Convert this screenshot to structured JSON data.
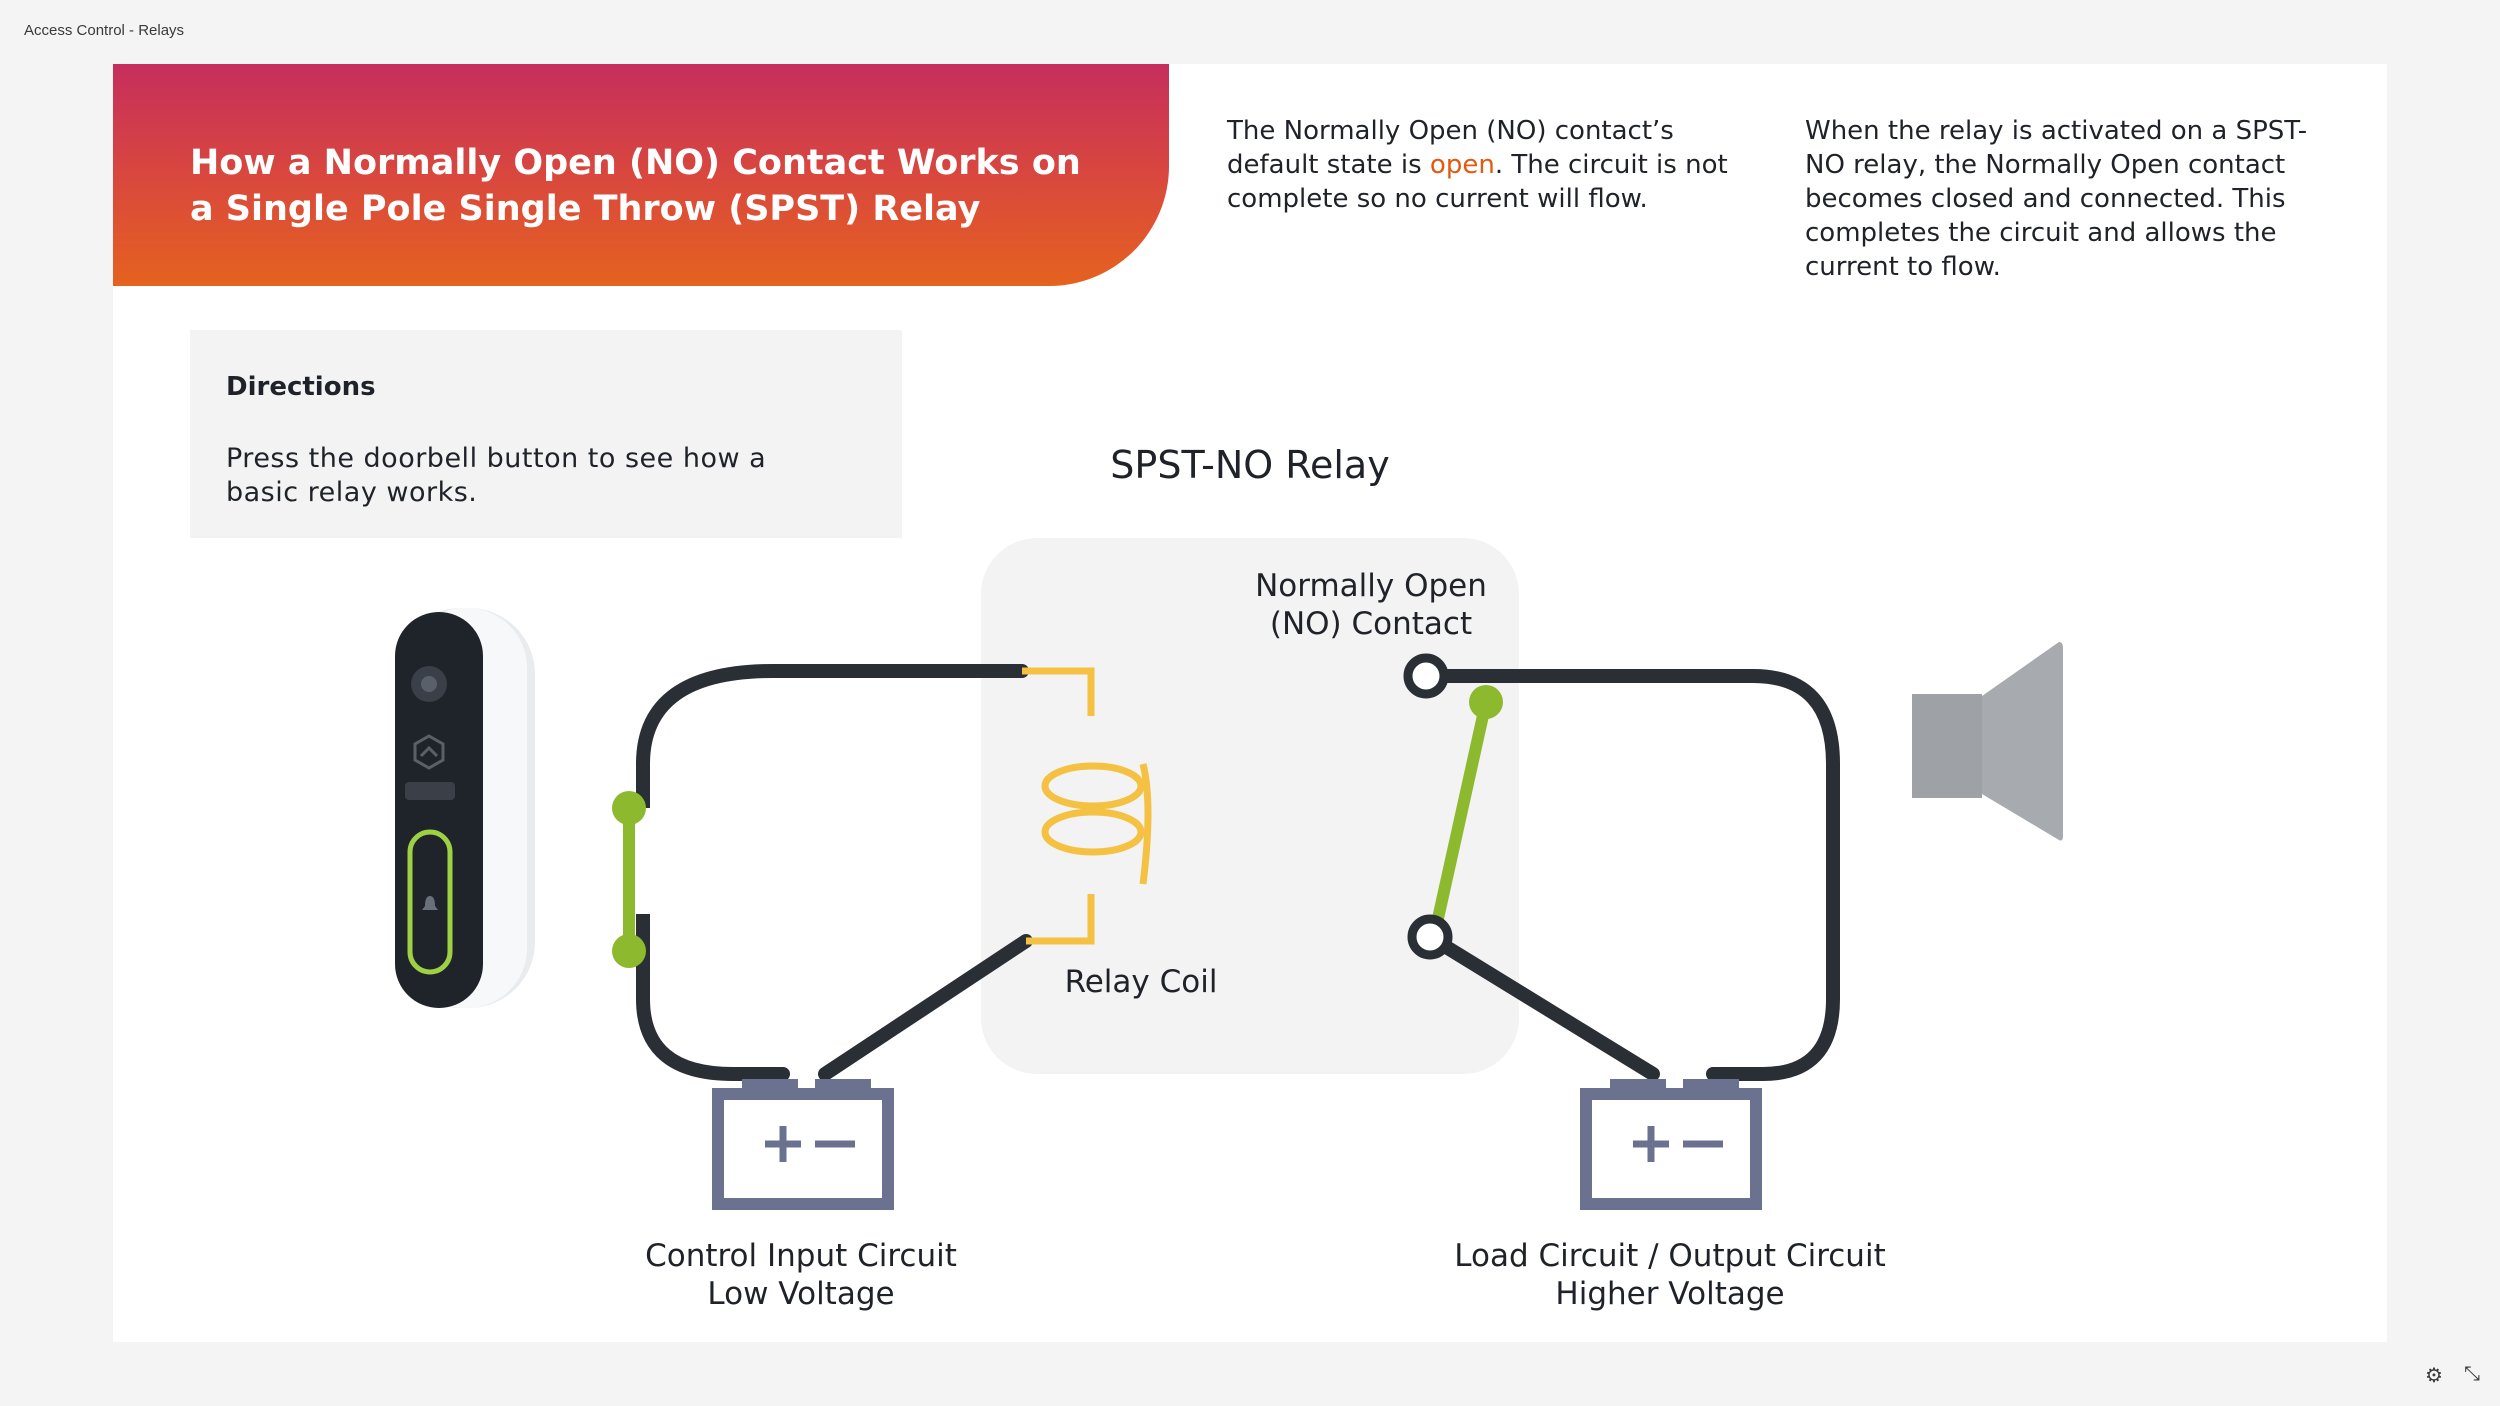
{
  "window": {
    "title": "Access Control - Relays"
  },
  "banner": {
    "title": "How a Normally Open (NO) Contact Works on a Single Pole Single Throw (SPST) Relay"
  },
  "info_left": {
    "part1": "The Normally Open (NO) contact’s default state is ",
    "highlight": "open",
    "part2": ". The circuit is not complete so no current will flow."
  },
  "info_right": {
    "text": "When the relay is activated on a SPST-NO relay, the Normally Open contact becomes closed and connected. This completes the circuit and allows the current to flow."
  },
  "directions": {
    "title": "Directions",
    "text": "Press the doorbell button to see how a basic relay works."
  },
  "diagram": {
    "relay_title": "SPST-NO Relay",
    "contact_label_line1": "Normally Open",
    "contact_label_line2": "(NO) Contact",
    "coil_label": "Relay Coil",
    "control_label_line1": "Control Input Circuit",
    "control_label_line2": "Low Voltage",
    "load_label_line1": "Load Circuit / Output Circuit",
    "load_label_line2": "Higher Voltage"
  },
  "colors": {
    "banner_top": "#c52e5d",
    "banner_bottom": "#e5621f",
    "highlight": "#e05a10",
    "wire": "#2a2e35",
    "switch_green": "#8db92e",
    "coil_yellow": "#f5c142",
    "battery": "#6b7290",
    "speaker": "#9ea1a6"
  },
  "icons": {
    "settings": "gear-icon",
    "exit_fullscreen": "collapse-icon"
  }
}
